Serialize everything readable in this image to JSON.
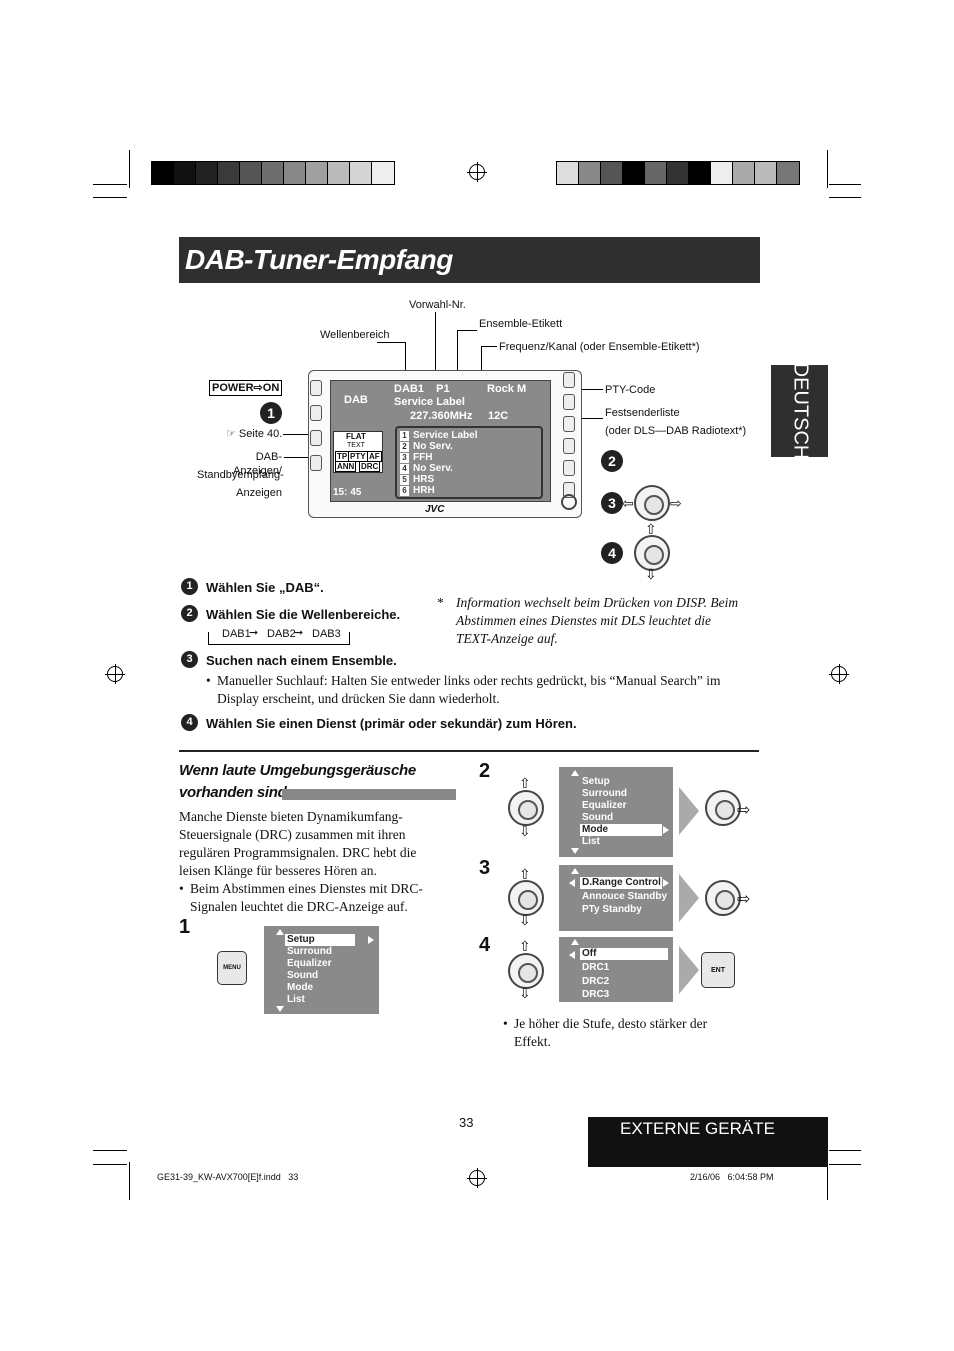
{
  "page": {
    "title": "DAB-Tuner-Empfang",
    "side_tab": "DEUTSCH",
    "page_number": "33",
    "section_tab": "EXTERNE GERÄTE",
    "footer_left": "GE31-39_KW-AVX700[E]f.indd   33",
    "footer_right": "2/16/06   6:04:58 PM"
  },
  "diagram": {
    "labels": {
      "vorwahl": "Vorwahl-Nr.",
      "wellenbereich": "Wellenbereich",
      "ensemble": "Ensemble-Etikett",
      "frequenz": "Frequenz/Kanal (oder Ensemble-Etikett*)",
      "pty": "PTY-Code",
      "festsender_1": "Festsenderliste",
      "festsender_2": "(oder DLS—DAB Radiotext*)",
      "power": "POWER⇨ON",
      "seite": "☞ Seite 40.",
      "dab_anz_1": "DAB-Anzeigen/",
      "dab_anz_2": "Standbyempfang-",
      "dab_anz_3": "Anzeigen"
    },
    "screen": {
      "band": "DAB",
      "preset": "DAB1    P1",
      "service_label": "Service Label",
      "pty": "Rock M",
      "freq": "227.360MHz",
      "channel": "12C",
      "clock": "15: 45",
      "flat": "FLAT",
      "text": "TEXT",
      "tp": "TP",
      "pty_ind": "PTY",
      "af": "AF",
      "ann": "ANN",
      "drc": "DRC",
      "brand": "JVC",
      "list": [
        {
          "num": "1",
          "name": "Service Label"
        },
        {
          "num": "2",
          "name": "No Serv."
        },
        {
          "num": "3",
          "name": "FFH"
        },
        {
          "num": "4",
          "name": "No Serv."
        },
        {
          "num": "5",
          "name": "HRS"
        },
        {
          "num": "6",
          "name": "HRH"
        }
      ]
    }
  },
  "steps": {
    "s1_num": "1",
    "s1": "Wählen Sie „DAB“.",
    "s2_num": "2",
    "s2": "Wählen Sie die Wellenbereiche.",
    "s2_seq_1": "DAB1",
    "s2_seq_2": "DAB2",
    "s2_seq_3": "DAB3",
    "s3_num": "3",
    "s3": "Suchen nach einem Ensemble.",
    "s3_bullet_1": "Manueller Suchlauf: Halten Sie entweder links oder rechts gedrückt, bis “Manual Search” im",
    "s3_bullet_2": "Display erscheint, und drücken Sie dann wiederholt.",
    "s4_num": "4",
    "s4": "Wählen Sie einen Dienst (primär oder sekundär) zum Hören.",
    "footnote_mark": "*",
    "footnote_1": "Information wechselt beim Drücken von DISP. Beim",
    "footnote_2": "Abstimmen eines Dienstes mit DLS leuchtet die",
    "footnote_3": "TEXT-Anzeige auf."
  },
  "drc_section": {
    "heading_1": "Wenn laute Umgebungsgeräusche",
    "heading_2": "vorhanden sind",
    "para_1": "Manche Dienste bieten Dynamikumfang-",
    "para_2": "Steuersignale (DRC) zusammen mit ihren",
    "para_3": "regulären Programmsignalen. DRC hebt die",
    "para_4": "leisen Klänge für besseres Hören an.",
    "bullet_1": "Beim Abstimmen eines Dienstes mit DRC-",
    "bullet_2": "Signalen leuchtet die DRC-Anzeige auf.",
    "step1": "1",
    "step2": "2",
    "step3": "3",
    "step4": "4",
    "menu_label": "MENU",
    "ent_label": "ENT",
    "menu1": [
      "Setup",
      "Surround",
      "Equalizer",
      "Sound",
      "Mode",
      "List"
    ],
    "menu2": [
      "Setup",
      "Surround",
      "Equalizer",
      "Sound",
      "Mode",
      "List"
    ],
    "menu3": [
      "D.Range Control",
      "Annouce Standby",
      "PTy Standby"
    ],
    "menu4": [
      "Off",
      "DRC1",
      "DRC2",
      "DRC3"
    ],
    "note_1": "Je höher die Stufe, desto stärker der",
    "note_2": "Effekt."
  }
}
